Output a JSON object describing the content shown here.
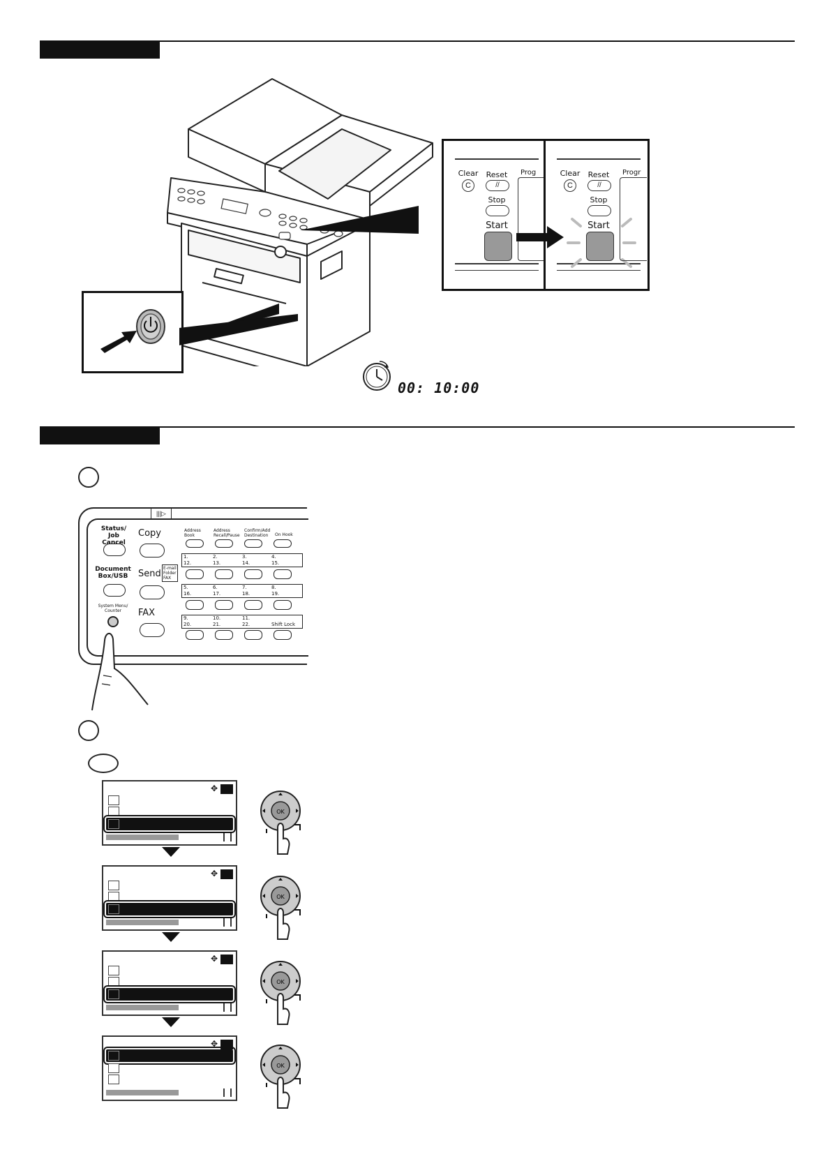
{
  "timer": {
    "display": "00: 10:00"
  },
  "start_panel": {
    "before": {
      "clear_label": "Clear",
      "reset_label": "Reset",
      "stop_label": "Stop",
      "start_label": "Start",
      "prog_label": "Prog"
    },
    "after": {
      "clear_label": "Clear",
      "reset_label": "Reset",
      "stop_label": "Stop",
      "start_label": "Start",
      "prog_label": "Progr"
    }
  },
  "operation_panel": {
    "status_job_cancel": "Status/\nJob Cancel",
    "copy": "Copy",
    "document_box_usb": "Document\nBox/USB",
    "send": "Send",
    "send_tag": "E-mail\nFolder\nFAX",
    "system_menu_counter": "System Menu/\nCounter",
    "fax": "FAX",
    "top_keys": [
      "Address\nBook",
      "Address\nRecall/Pause",
      "Confirm/Add\nDestination",
      "On Hook"
    ],
    "one_touch_rows": [
      [
        "1.",
        "2.",
        "3.",
        "4."
      ],
      [
        "12.",
        "13.",
        "14.",
        "15."
      ],
      [
        "5.",
        "6.",
        "7.",
        "8."
      ],
      [
        "16.",
        "17.",
        "18.",
        "19."
      ],
      [
        "9.",
        "10.",
        "11.",
        ""
      ],
      [
        "20.",
        "21.",
        "22.",
        ""
      ]
    ],
    "shift_lock": "Shift Lock"
  },
  "icons": [
    "power-icon",
    "clock-icon",
    "start-icon",
    "stop-icon",
    "reset-icon",
    "clear-icon",
    "ok-icon",
    "hand-icon"
  ]
}
